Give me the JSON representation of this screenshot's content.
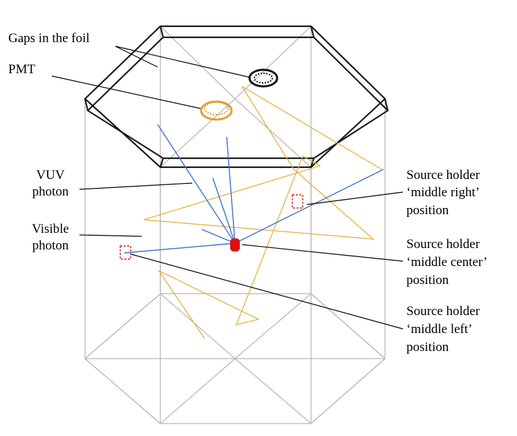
{
  "labels": {
    "gaps": "Gaps in the foil",
    "pmt": "PMT",
    "vuv_1": "VUV",
    "vuv_2": "photon",
    "visible_1": "Visible",
    "visible_2": "photon",
    "mr_1": "Source holder",
    "mr_2": "‘middle right’",
    "mr_3": "position",
    "mc_1": "Source holder",
    "mc_2": "‘middle center’",
    "mc_3": "position",
    "ml_1": "Source holder",
    "ml_2": "‘middle left’",
    "ml_3": "position"
  },
  "colors": {
    "frame": "#b8b8b8",
    "lid": "#1a1a1a",
    "pmt": "#e0a030",
    "gap": "#111111",
    "vuv": "#3a6fd0",
    "visible": "#e3b040",
    "source": "#e01010",
    "holder": "#d02020"
  }
}
